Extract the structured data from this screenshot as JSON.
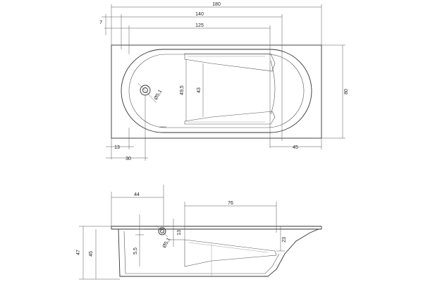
{
  "plan": {
    "overall_length": "180",
    "inner_length_140": "140",
    "inner_length_125": "125",
    "offset_7": "7",
    "overall_width": "80",
    "inner_width_495": "49,5",
    "inner_width_43": "43",
    "drain_diameter": "Ø5,1",
    "offset_13": "13",
    "offset_30": "30",
    "backrest_45": "45"
  },
  "side": {
    "drain_offset_44": "44",
    "length_76": "76",
    "height_47": "47",
    "height_45": "45",
    "depth_55": "5,5",
    "drain_diameter": "Ø5,1",
    "rim_13": "13",
    "height_23": "23"
  }
}
